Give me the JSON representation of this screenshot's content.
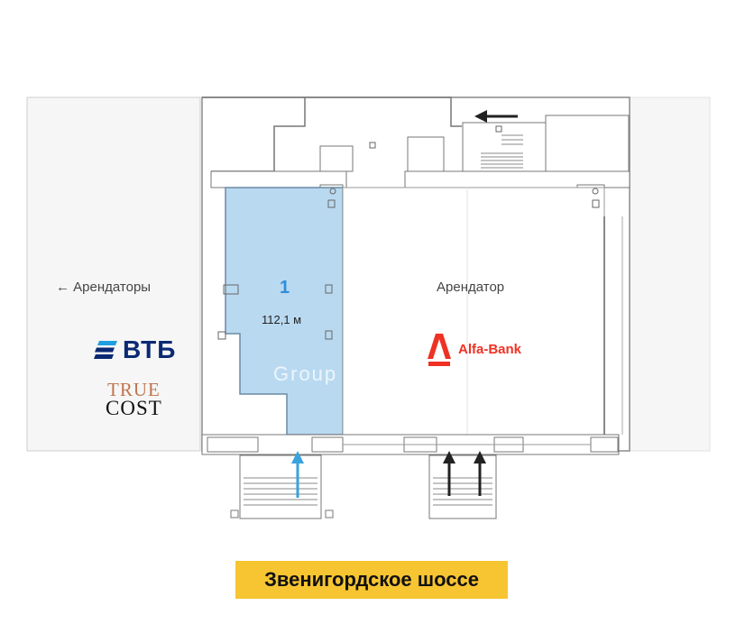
{
  "plan": {
    "left_area_label": "← Арендаторы",
    "right_area_label": "Арендатор",
    "unit_number": "1",
    "unit_area": "112,1 м",
    "watermark_group": "Group"
  },
  "logos": {
    "vtb": "ВТБ",
    "true_cost_line1": "TRUE",
    "true_cost_line2": "COST",
    "alfa": "Alfa-Bank"
  },
  "street": {
    "name": "Звенигордское шоссе"
  },
  "colors": {
    "highlight_unit": "#b9d9f1",
    "entrance_arrow": "#3aa2dc",
    "street_sign": "#f7c531",
    "alfa_red": "#ef3124",
    "vtb_blue": "#0a2973"
  }
}
